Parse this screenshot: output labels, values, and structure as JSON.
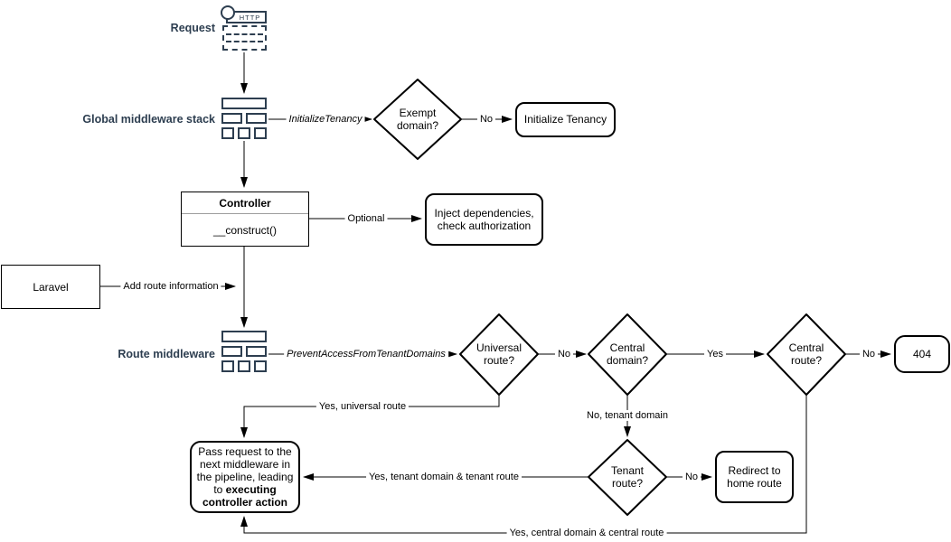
{
  "palette": {
    "ink": "#000000",
    "navy": "#2d3e50",
    "fill": "#ffffff",
    "divider": "#9e9e9e"
  },
  "icons": {
    "request": "http-request-icon",
    "middleware_stack": "middleware-stack-icon"
  },
  "labels": {
    "request": "Request",
    "global_middleware": "Global middleware stack",
    "route_middleware": "Route middleware",
    "http_badge": "HTTP"
  },
  "nodes": {
    "exempt_domain": "Exempt domain?",
    "initialize_tenancy": "Initialize Tenancy",
    "controller_title": "Controller",
    "controller_method": "__construct()",
    "inject_dependencies": "Inject dependencies, check authorization",
    "laravel": "Laravel",
    "universal_route": "Universal route?",
    "central_domain": "Central domain?",
    "central_route": "Central route?",
    "not_found": "404",
    "tenant_route": "Tenant route?",
    "redirect_home": "Redirect to home route",
    "pass_request_text": "Pass request to the next middleware in the pipeline, leading to ",
    "pass_request_bold": "executing controller action"
  },
  "edges": {
    "initialize_tenancy_middleware": "InitializeTenancy",
    "exempt_no": "No",
    "optional": "Optional",
    "add_route_information": "Add route information",
    "prevent_access_middleware": "PreventAccessFromTenantDomains",
    "universal_no": "No",
    "central_domain_yes": "Yes",
    "central_route_no": "No",
    "universal_yes": "Yes, universal route",
    "central_domain_no": "No, tenant domain",
    "tenant_no": "No",
    "tenant_yes": "Yes, tenant domain & tenant route",
    "central_route_yes": "Yes, central domain & central route"
  }
}
